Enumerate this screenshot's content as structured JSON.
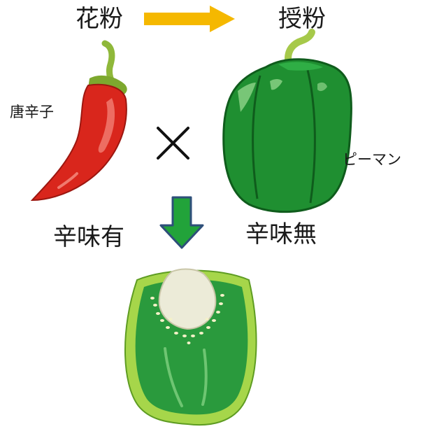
{
  "labels": {
    "pollen": "花粉",
    "pollinated": "授粉",
    "chili": "唐辛子",
    "green_pepper": "ピーマン",
    "spicy": "辛味有",
    "not_spicy": "辛味無"
  },
  "symbols": {
    "cross": "×"
  },
  "colors": {
    "pollen_arrow": "#f5b800",
    "down_arrow": "#22a33a",
    "down_arrow_outline": "#2e4f7a",
    "chili_red": "#d9261c",
    "stem_green": "#8fb83a",
    "pepper_green": "#27a03a",
    "pepper_rim": "#a6d64a",
    "seed_core": "#ecebd8"
  },
  "icons": [
    "chili-pepper-illustration",
    "green-pepper-illustration",
    "pepper-cross-section-illustration",
    "cross-icon",
    "right-arrow-icon",
    "down-arrow-icon"
  ]
}
